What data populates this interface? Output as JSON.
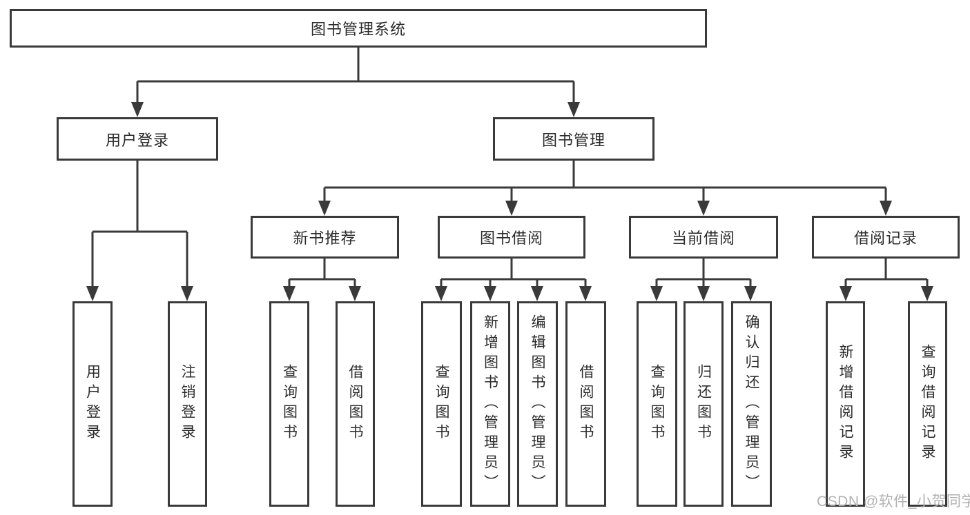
{
  "diagram": {
    "title": "图书管理系统",
    "branches": [
      {
        "label": "用户登录",
        "children": [
          {
            "label": "用户登录"
          },
          {
            "label": "注销登录"
          }
        ]
      },
      {
        "label": "图书管理",
        "sections": [
          {
            "label": "新书推荐",
            "children": [
              {
                "label": "查询图书"
              },
              {
                "label": "借阅图书"
              }
            ]
          },
          {
            "label": "图书借阅",
            "children": [
              {
                "label": "查询图书"
              },
              {
                "label": "新增图书（管理员）"
              },
              {
                "label": "编辑图书（管理员）"
              },
              {
                "label": "借阅图书"
              }
            ]
          },
          {
            "label": "当前借阅",
            "children": [
              {
                "label": "查询图书"
              },
              {
                "label": "归还图书"
              },
              {
                "label": "确认归还（管理员）"
              }
            ]
          },
          {
            "label": "借阅记录",
            "children": [
              {
                "label": "新增借阅记录"
              },
              {
                "label": "查询借阅记录"
              }
            ]
          }
        ]
      }
    ],
    "watermark": "CSDN @软件_小贺同学",
    "colors": {
      "line": "#3a3a3a",
      "text": "#2b2b2b",
      "background": "#ffffff",
      "watermark": "#b2b2b2"
    }
  }
}
